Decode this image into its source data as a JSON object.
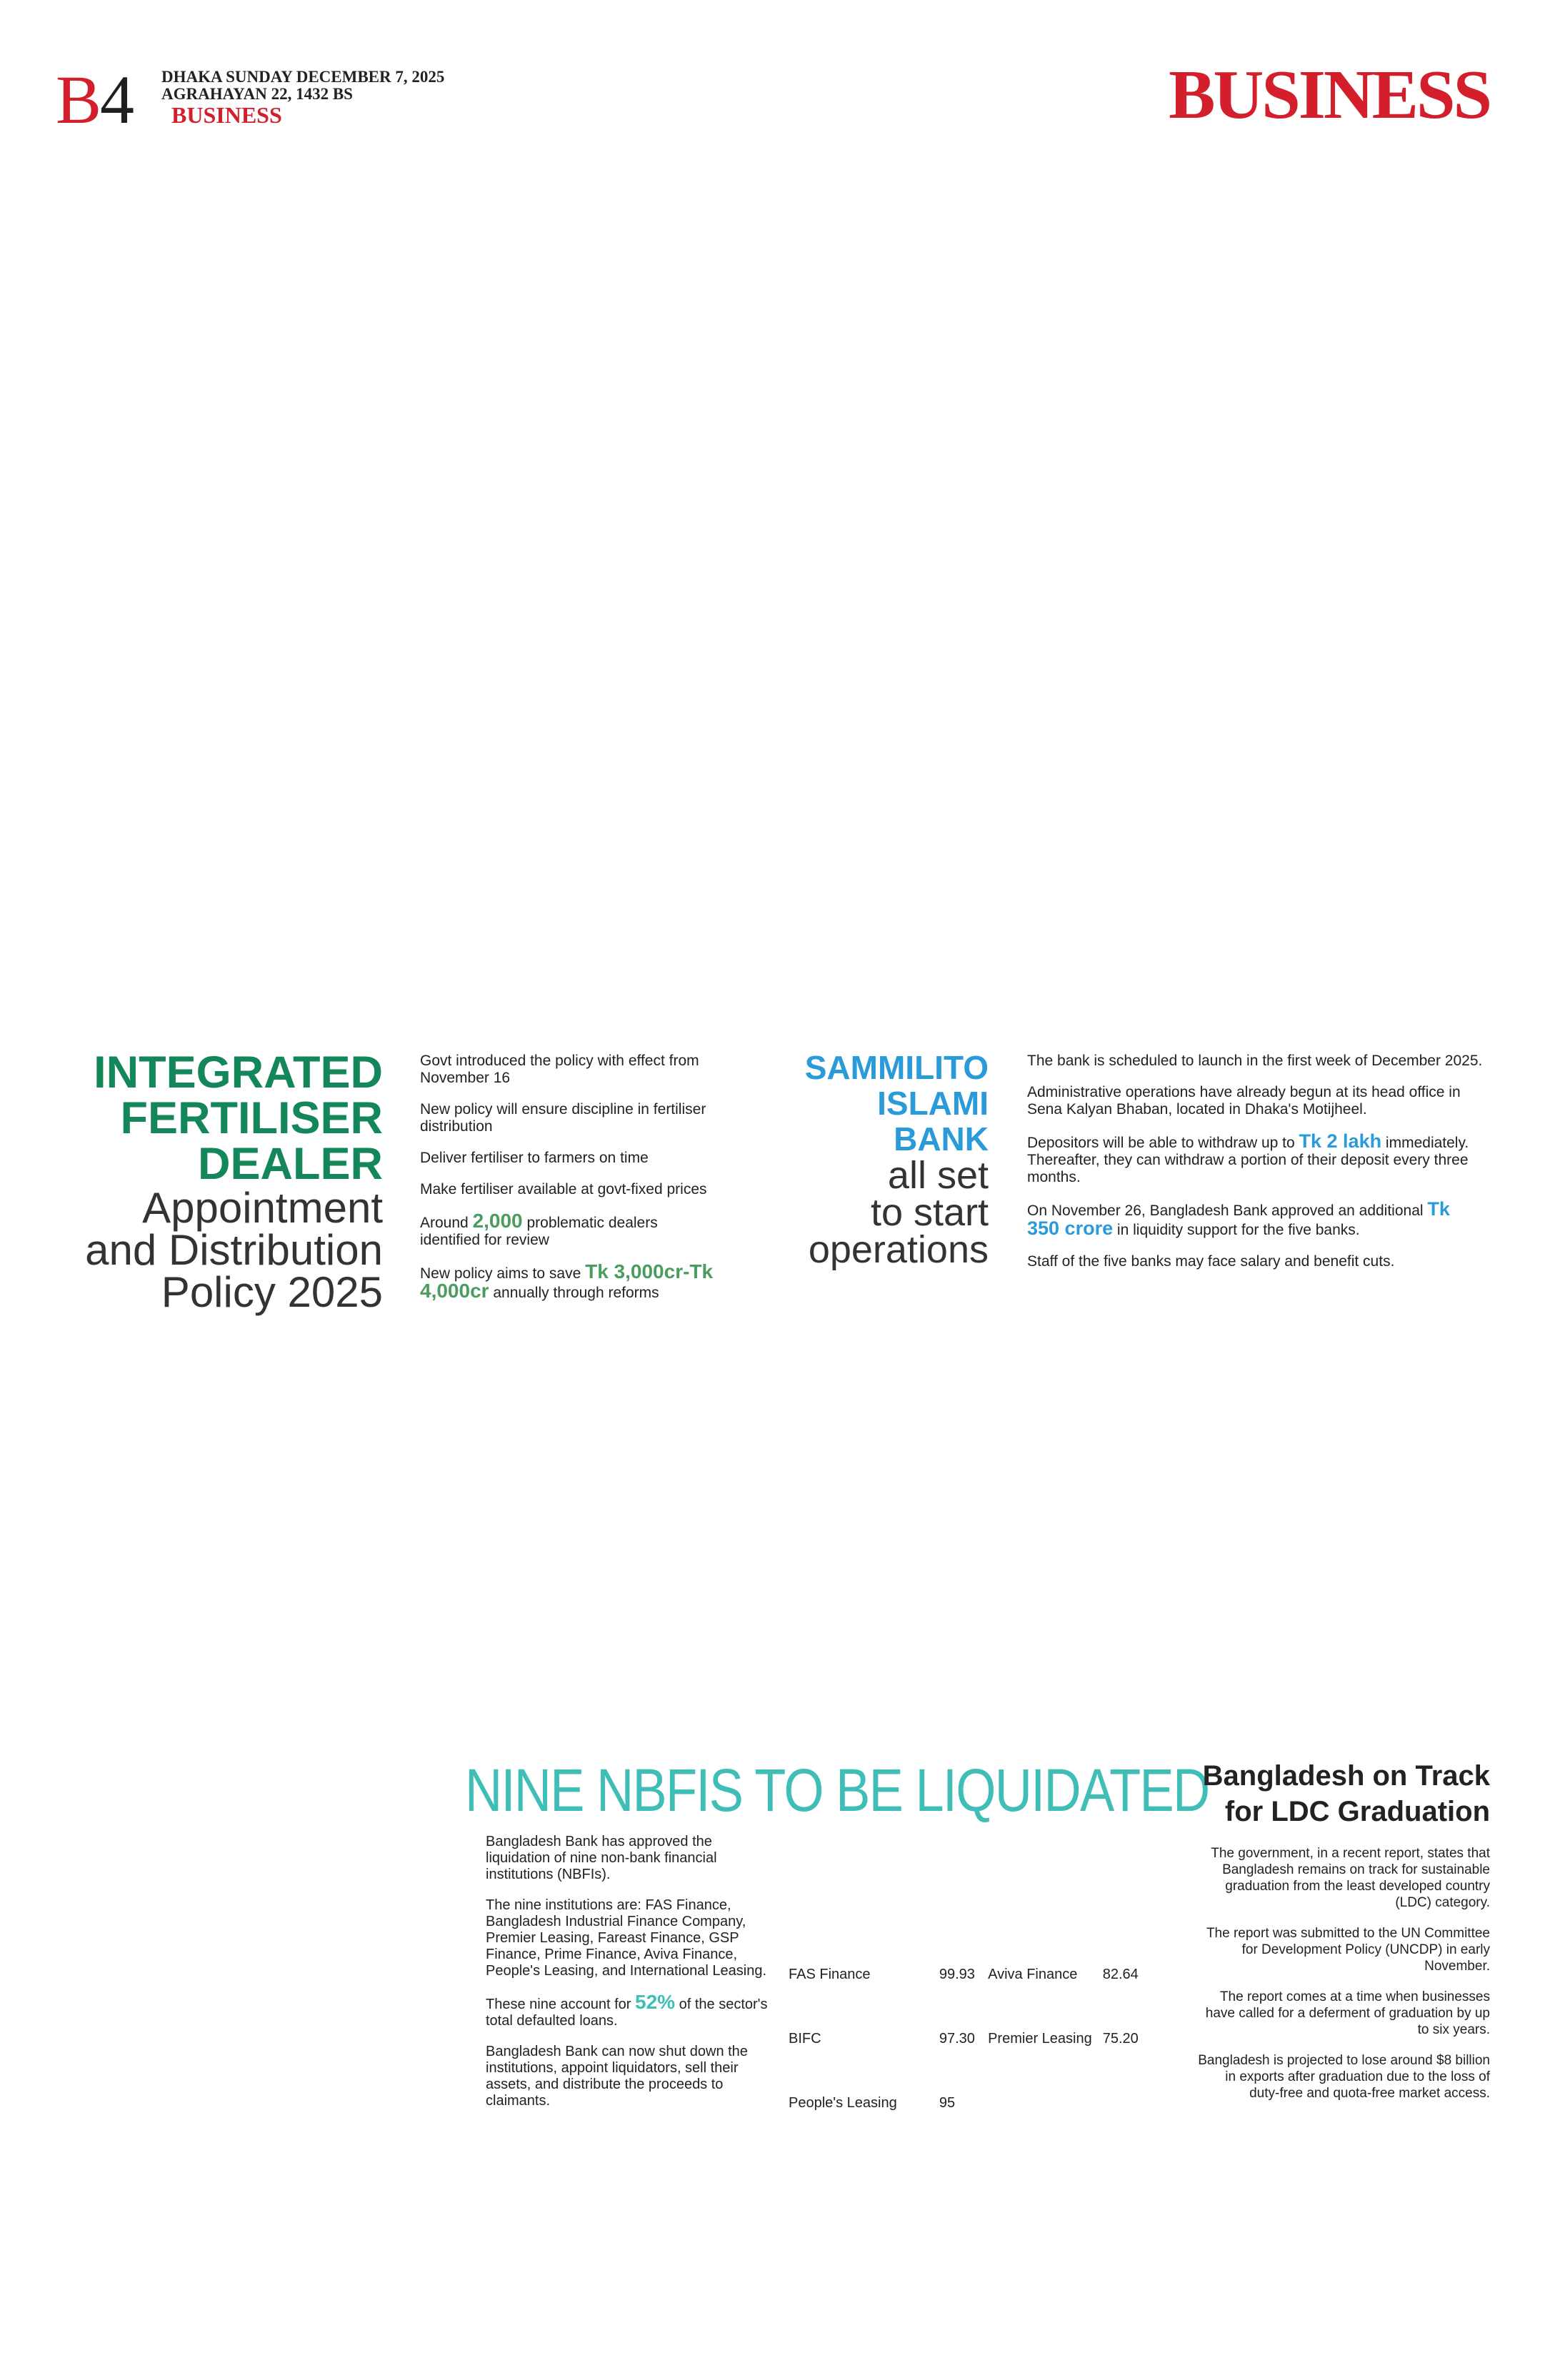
{
  "header": {
    "page_number_letter": "B",
    "page_number_digit": "4",
    "date_line_1": "DHAKA SUNDAY DECEMBER 7, 2025",
    "date_line_2": "AGRAHAYAN 22, 1432 BS",
    "section_label": "BUSINESS",
    "masthead": "BUSINESS"
  },
  "fertiliser": {
    "title_line_1": "INTEGRATED",
    "title_line_2": "FERTILISER",
    "title_line_3": "DEALER",
    "subtitle_line_1": "Appointment",
    "subtitle_line_2": "and Distribution",
    "subtitle_line_3": "Policy 2025",
    "p1": "Govt introduced the policy with effect from November 16",
    "p2": "New policy will ensure discipline in fertiliser distribution",
    "p3": "Deliver fertiliser to farmers on time",
    "p4": "Make fertiliser available at govt-fixed prices",
    "p5_pre": "Around ",
    "p5_highlight": "2,000",
    "p5_post": " problematic dealers identified for review",
    "p6_pre": "New policy aims to save ",
    "p6_highlight": "Tk 3,000cr-Tk 4,000cr",
    "p6_post": " annually through reforms"
  },
  "sammilito": {
    "title_line_1": "SAMMILITO",
    "title_line_2": "ISLAMI",
    "title_line_3": "BANK",
    "subtitle_line_1": "all set",
    "subtitle_line_2": "to start",
    "subtitle_line_3": "operations",
    "p1": "The bank is scheduled to launch in the first week of December 2025.",
    "p2": "Administrative operations have already begun at its head office in Sena Kalyan Bhaban, located in Dhaka's Motijheel.",
    "p3_pre": "Depositors will be able to withdraw up to ",
    "p3_highlight": "Tk 2 lakh",
    "p3_post": " immediately. Thereafter, they can withdraw a portion of their deposit every three months.",
    "p4_pre": "On November 26, Bangladesh Bank approved an additional ",
    "p4_highlight": "Tk 350 crore",
    "p4_post": " in liquidity support for the five banks.",
    "p5": "Staff of the five banks may face salary and benefit cuts."
  },
  "nbfi": {
    "title": "NINE NBFIS TO BE LIQUIDATED",
    "p1": "Bangladesh Bank has approved the liquidation of nine non-bank financial institutions (NBFIs).",
    "p2": "The nine institutions are: FAS Finance, Bangladesh Industrial Finance Company, Premier Leasing, Fareast Finance, GSP Finance, Prime Finance, Aviva Finance, People's Leasing, and International Leasing.",
    "p3_pre": "These nine account for ",
    "p3_highlight": "52%",
    "p3_post": " of the sector's total defaulted loans.",
    "p4": "Bangladesh Bank can now shut down the institutions, appoint liquidators, sell their assets, and distribute the proceeds to claimants.",
    "table": [
      {
        "name1": "FAS Finance",
        "value1": "99.93",
        "name2": "Aviva Finance",
        "value2": "82.64"
      },
      {
        "name1": "BIFC",
        "value1": "97.30",
        "name2": "Premier Leasing",
        "value2": "75.20"
      },
      {
        "name1": "People's Leasing",
        "value1": "95",
        "name2": "",
        "value2": ""
      }
    ]
  },
  "ldc": {
    "title_line_1": "Bangladesh on Track",
    "title_line_2": "for LDC Graduation",
    "p1": "The government, in a recent report, states that Bangladesh remains on track for sustainable graduation from the least developed country (LDC) category.",
    "p2": "The report was submitted to the UN Committee for Development Policy (UNCDP) in early November.",
    "p3": "The report comes at a time when businesses have called for a deferment of graduation by up to six years.",
    "p4": "Bangladesh is projected to lose around $8 billion in exports after graduation due to the loss of duty-free and quota-free market access."
  }
}
